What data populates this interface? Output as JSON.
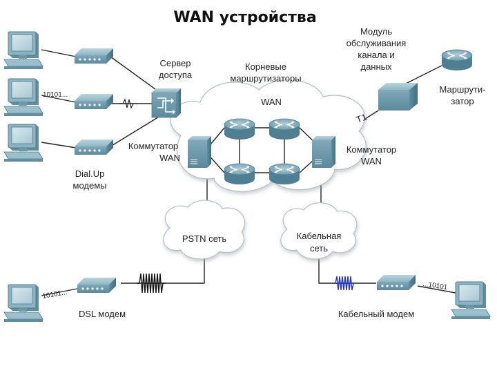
{
  "title": "WAN устройства",
  "labels": {
    "access_server": [
      "Сервер",
      "доступа"
    ],
    "core_routers": [
      "Корневые",
      "маршрутизаторы"
    ],
    "csu_dsu": [
      "Модуль",
      "обслуживания",
      "канала и",
      "данных"
    ],
    "router": [
      "Маршрути-",
      "затор"
    ],
    "wan_cloud": "WAN",
    "t1": "T1",
    "wan_switch_left": [
      "Коммутатор",
      "WAN"
    ],
    "wan_switch_right": [
      "Коммутатор",
      "WAN"
    ],
    "dialup": [
      "Dial.Up",
      "модемы"
    ],
    "pstn": "PSTN сеть",
    "cable_net": [
      "Кабельная",
      "сеть"
    ],
    "dsl_modem": "DSL модем",
    "cable_modem": "Кабельный модем",
    "binary_dialup": "10101...",
    "binary_dsl": "10101...",
    "binary_cable": "...10101"
  },
  "colors": {
    "device": "#7aa6b8",
    "device_dark": "#4f7f92",
    "link": "#222222",
    "cloud": "#ffffff",
    "signal_dsl": "#111111",
    "signal_cable": "#2233cc"
  }
}
